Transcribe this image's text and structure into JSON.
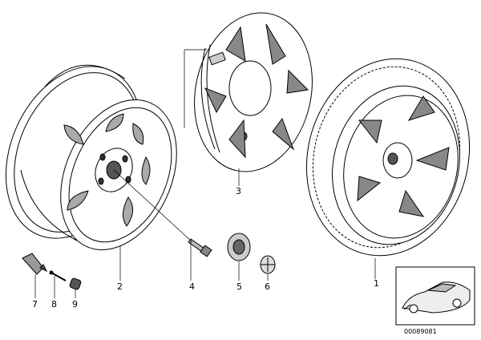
{
  "parts": [
    {
      "label": "1",
      "name": "complete wheel with tire"
    },
    {
      "label": "2",
      "name": "light alloy rim"
    },
    {
      "label": "3",
      "name": "wheel cover"
    },
    {
      "label": "4",
      "name": "wheel bolt"
    },
    {
      "label": "5",
      "name": "hub cap"
    },
    {
      "label": "6",
      "name": "emblem"
    },
    {
      "label": "7",
      "name": "valve"
    },
    {
      "label": "8",
      "name": "valve insert"
    },
    {
      "label": "9",
      "name": "valve cap"
    }
  ],
  "reference_number": "00089081"
}
